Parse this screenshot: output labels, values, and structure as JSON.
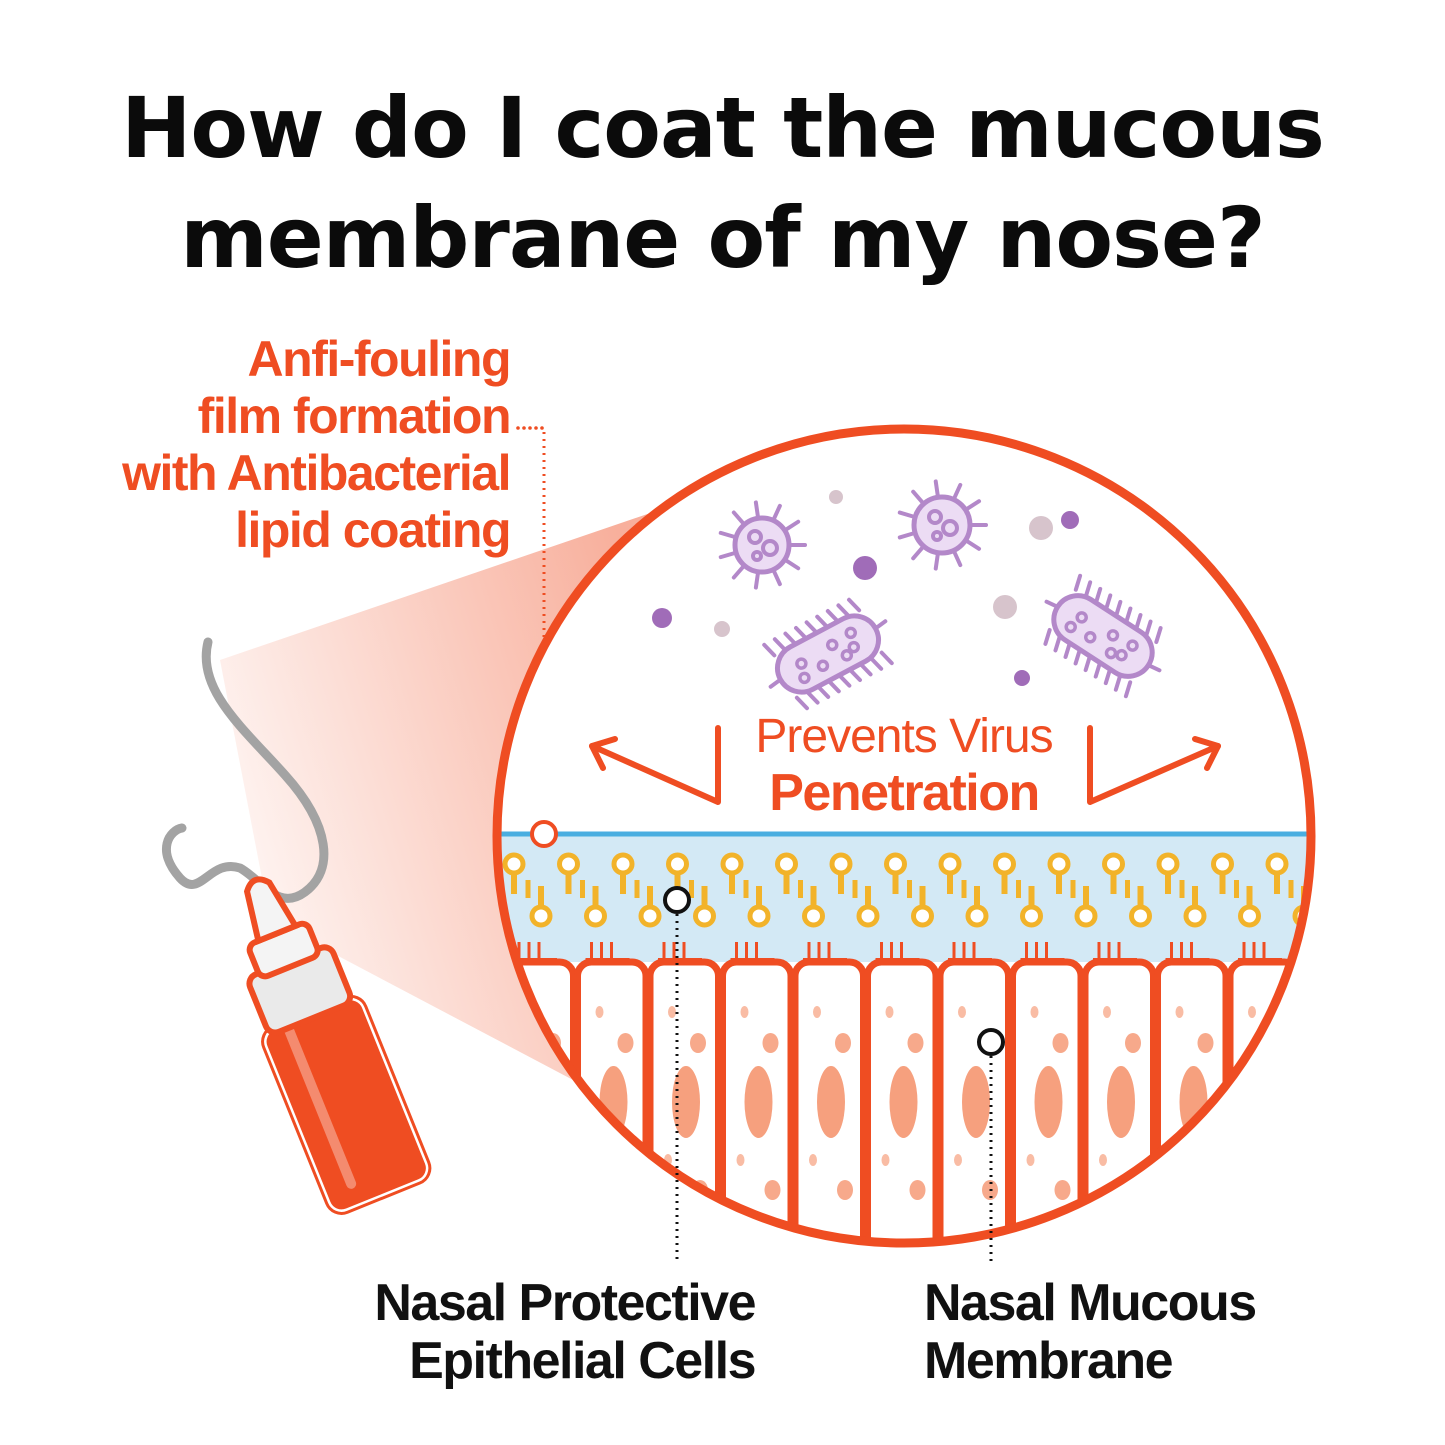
{
  "title": {
    "line1": "How do I coat the mucous",
    "line2": "membrane of my nose?"
  },
  "callout": {
    "lines": [
      "Anfi-fouling",
      "film formation",
      "with Antibacterial",
      "lipid coating"
    ]
  },
  "center_label": {
    "line1": "Prevents Virus",
    "line2": "Penetration"
  },
  "labels": {
    "epithelial_line1": "Nasal Protective",
    "epithelial_line2": "Epithelial Cells",
    "mucous_line1": "Nasal Mucous",
    "mucous_line2": "Membrane"
  },
  "colors": {
    "accent_orange": "#ef4d22",
    "virus_purple": "#b388c9",
    "lipid_yellow": "#f2b32a",
    "film_blue": "#4aaee0",
    "cell_salmon": "#f6a07e",
    "nose_gray": "#a3a3a3"
  }
}
